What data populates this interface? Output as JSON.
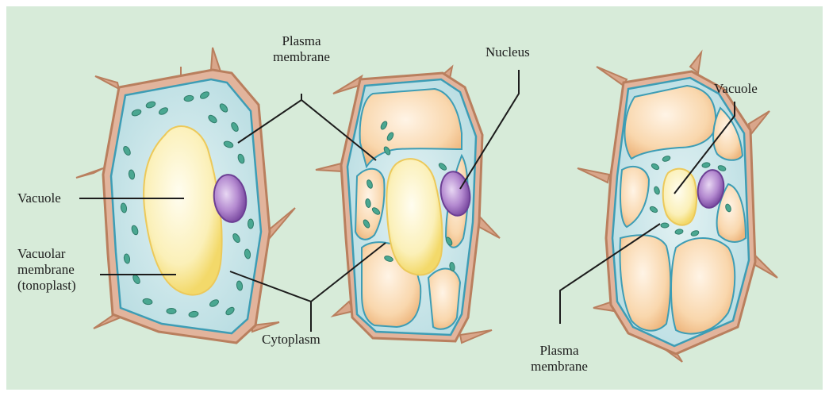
{
  "colors": {
    "panel": "#d7ebd9",
    "cell_wall": "#b97f5e",
    "cell_wall_fill": "#e2b49c",
    "cytoplasm": "#bfe0e4",
    "cytoplasm_edge": "#3d9db5",
    "vacuole_small": "#fbf3c8",
    "vacuole_large": "#f7d4a8",
    "nucleus": "#9a6dbd",
    "chloroplast": "#3e9b87"
  },
  "labels": {
    "plasma_membrane_top": [
      "Plasma",
      "membrane"
    ],
    "nucleus": "Nucleus",
    "vacuole_right": "Vacuole",
    "vacuole_left": "Vacuole",
    "vacuolar_membrane": [
      "Vacuolar",
      "membrane",
      "(tonoplast)"
    ],
    "cytoplasm": "Cytoplasm",
    "plasma_membrane_bottom": [
      "Plasma",
      "membrane"
    ]
  }
}
